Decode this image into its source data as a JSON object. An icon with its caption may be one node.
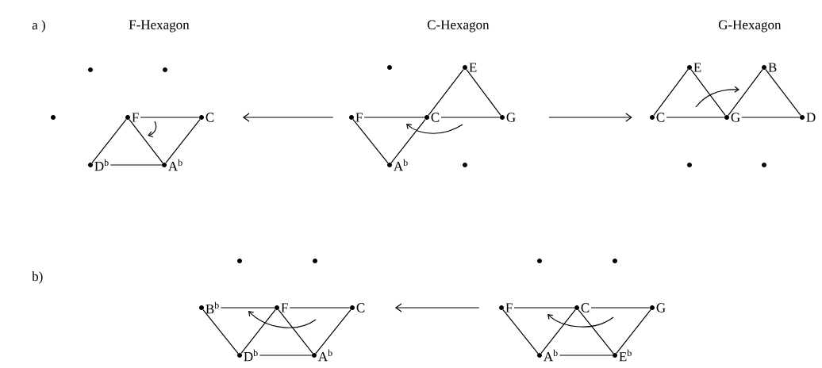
{
  "diagram": {
    "nodes": [
      {
        "text": [],
        "shape": "circle"
      },
      {
        "text": [],
        "shape": "circle"
      },
      {
        "text": [],
        "shape": "circle"
      },
      {
        "text": [
          "F"
        ]
      },
      {
        "text": [
          "C"
        ]
      },
      {
        "text": [
          "D$^{b}$"
        ]
      },
      {
        "text": [
          "A$^{b}$"
        ]
      },
      {
        "text": [],
        "shape": "circle"
      },
      {
        "text": [
          "E"
        ]
      },
      {
        "text": [
          "F"
        ]
      },
      {
        "text": [
          "C"
        ]
      },
      {
        "text": [
          "G"
        ]
      },
      {
        "text": [
          "A$^{b}$"
        ]
      },
      {
        "text": [],
        "shape": "circle"
      },
      {
        "text": [
          "E"
        ]
      },
      {
        "text": [
          "B"
        ]
      },
      {
        "text": [
          "C"
        ]
      },
      {
        "text": [
          "G"
        ]
      },
      {
        "text": [
          "D"
        ]
      },
      {
        "text": [],
        "shape": "circle"
      },
      {
        "text": [],
        "shape": "circle"
      },
      {
        "text": [],
        "shape": "circle"
      },
      {
        "text": [],
        "shape": "circle"
      },
      {
        "text": [
          "B$^{b}$"
        ]
      },
      {
        "text": [
          "F"
        ]
      },
      {
        "text": [
          "C"
        ]
      },
      {
        "text": [
          "D$^{b}$"
        ]
      },
      {
        "text": [
          "A$^{b}$"
        ]
      },
      {
        "text": [],
        "shape": "circle"
      },
      {
        "text": [],
        "shape": "circle"
      },
      {
        "text": [
          "F"
        ]
      },
      {
        "text": [
          "C"
        ]
      },
      {
        "text": [
          "G"
        ]
      },
      {
        "text": [
          "A$^{b}$"
        ]
      },
      {
        "text": [
          "E$^{b}$"
        ]
      }
    ],
    "edges": [
      {
        "from": 3,
        "to": 4,
        "arrow": "none"
      },
      {
        "from": 3,
        "to": 5,
        "arrow": "none"
      },
      {
        "from": 3,
        "to": 6,
        "arrow": "none"
      },
      {
        "from": 5,
        "to": 6,
        "arrow": "none"
      },
      {
        "from": 4,
        "to": 6,
        "arrow": "none"
      },
      {
        "from": 9,
        "to": 10,
        "arrow": "none"
      },
      {
        "from": 10,
        "to": 11,
        "arrow": "none"
      },
      {
        "from": 9,
        "to": 12,
        "arrow": "none"
      },
      {
        "from": 12,
        "to": 10,
        "arrow": "none"
      },
      {
        "from": 10,
        "to": 8,
        "arrow": "none"
      },
      {
        "from": 8,
        "to": 11,
        "arrow": "none"
      },
      {
        "from": 16,
        "to": 14,
        "arrow": "none"
      },
      {
        "from": 14,
        "to": 17,
        "arrow": "none"
      },
      {
        "from": 16,
        "to": 17,
        "arrow": "none"
      },
      {
        "from": 17,
        "to": 15,
        "arrow": "none"
      },
      {
        "from": 15,
        "to": 18,
        "arrow": "none"
      },
      {
        "from": 17,
        "to": 18,
        "arrow": "none"
      },
      {
        "from": 23,
        "to": 24,
        "arrow": "none"
      },
      {
        "from": 24,
        "to": 25,
        "arrow": "none"
      },
      {
        "from": 23,
        "to": 26,
        "arrow": "none"
      },
      {
        "from": 26,
        "to": 24,
        "arrow": "none"
      },
      {
        "from": 24,
        "to": 27,
        "arrow": "none"
      },
      {
        "from": 26,
        "to": 27,
        "arrow": "none"
      },
      {
        "from": 27,
        "to": 25,
        "arrow": "none"
      },
      {
        "from": 30,
        "to": 31,
        "arrow": "none"
      },
      {
        "from": 31,
        "to": 32,
        "arrow": "none"
      },
      {
        "from": 30,
        "to": 33,
        "arrow": "none"
      },
      {
        "from": 33,
        "to": 31,
        "arrow": "none"
      },
      {
        "from": 31,
        "to": 34,
        "arrow": "none"
      },
      {
        "from": 33,
        "to": 34,
        "arrow": "none"
      },
      {
        "from": 34,
        "to": 32,
        "arrow": "none"
      },
      {
        "from": 9,
        "to": 4,
        "arrow": "to"
      },
      {
        "from": 11,
        "to": 16,
        "arrow": "to"
      },
      {
        "from": 30,
        "to": 25,
        "arrow": "to"
      }
    ],
    "labels": [
      "a )",
      "F-Hexagon",
      "C-Hexagon",
      "G-Hexagon",
      "b)"
    ]
  }
}
